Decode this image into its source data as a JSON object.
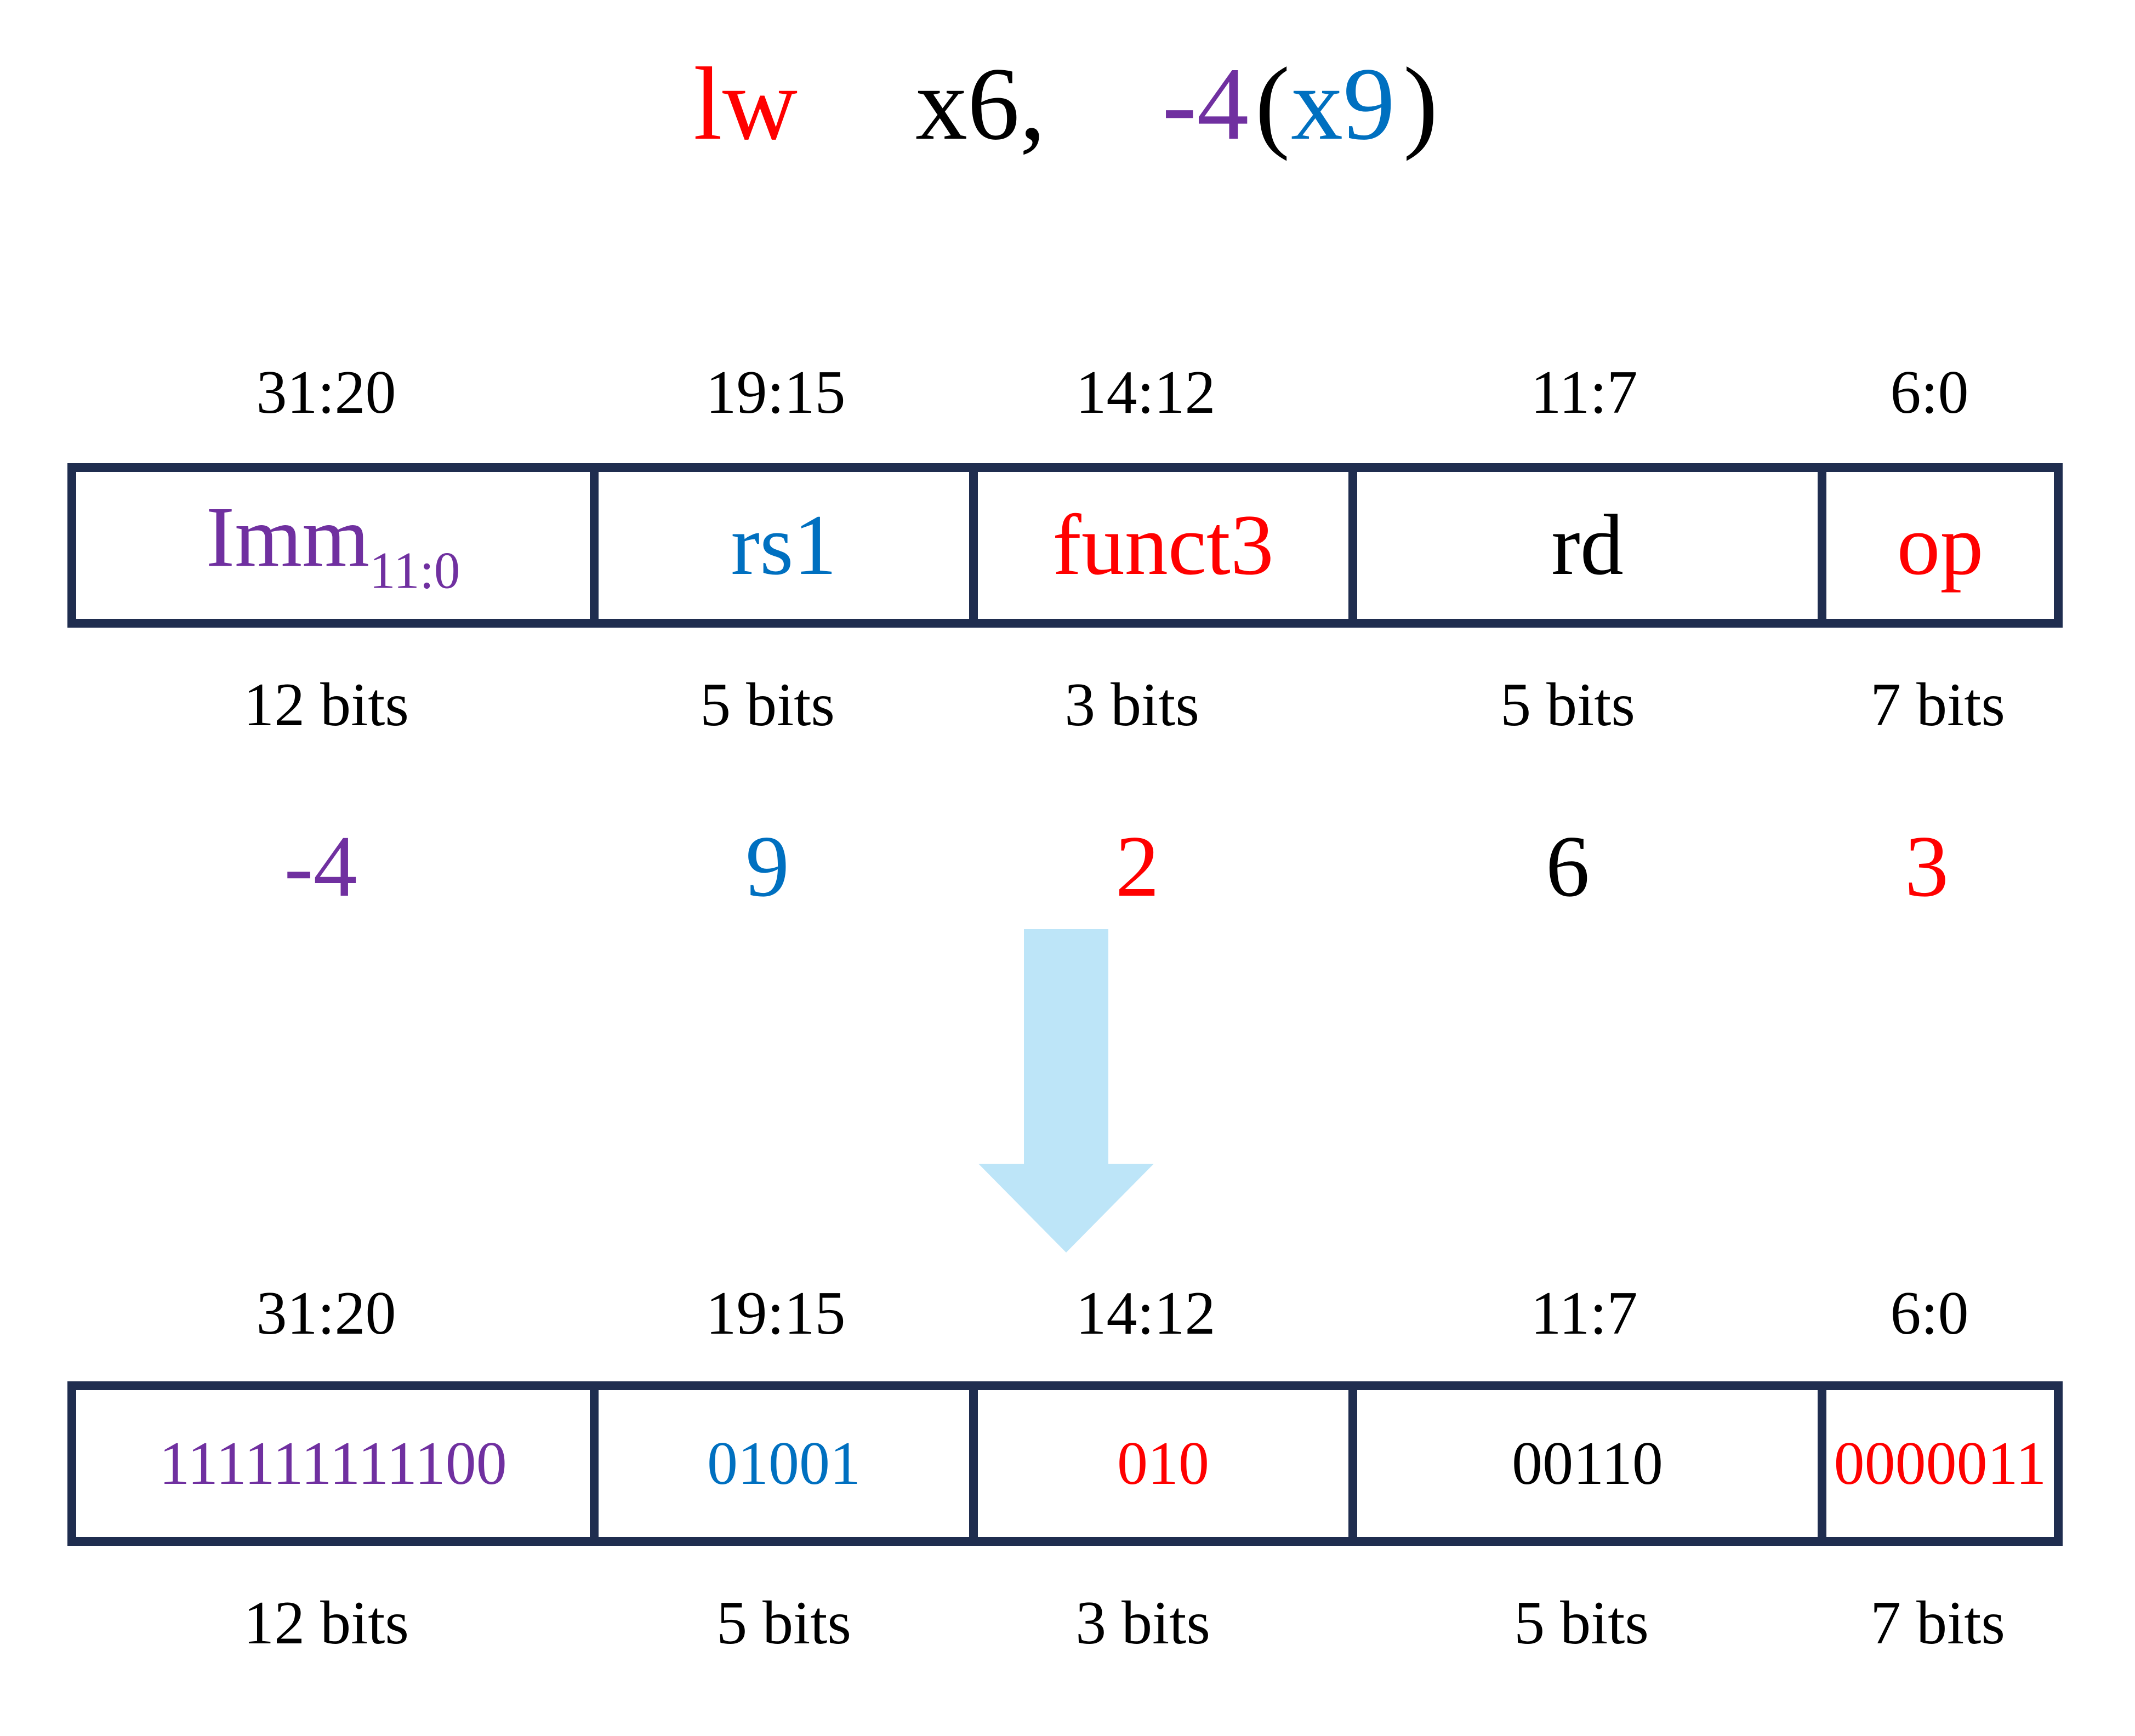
{
  "colors": {
    "imm": "#7030a0",
    "rs1": "#0070c0",
    "funct3": "#ff0000",
    "rd": "#000000",
    "op": "#ff0000",
    "border": "#1f2d4f",
    "arrow": "#bde5f8"
  },
  "instruction": {
    "mnemonic": "lw",
    "rd": "x6,",
    "imm": "-4",
    "paren_open": "(",
    "rs1": "x9",
    "paren_close": ")"
  },
  "fields": [
    {
      "bit_range": "31:20",
      "name": "Imm",
      "name_sub": "11:0",
      "width": "12 bits",
      "value": "-4",
      "binary": "111111111100",
      "color_key": "imm"
    },
    {
      "bit_range": "19:15",
      "name": "rs1",
      "width": "5 bits",
      "value": "9",
      "binary": "01001",
      "color_key": "rs1"
    },
    {
      "bit_range": "14:12",
      "name": "funct3",
      "width": "3 bits",
      "value": "2",
      "binary": "010",
      "color_key": "funct3"
    },
    {
      "bit_range": "11:7",
      "name": "rd",
      "width": "5 bits",
      "value": "6",
      "binary": "00110",
      "color_key": "rd"
    },
    {
      "bit_range": "6:0",
      "name": "op",
      "width": "7 bits",
      "value": "3",
      "binary": "0000011",
      "color_key": "op"
    }
  ],
  "arrow_icon": "down-arrow-icon"
}
